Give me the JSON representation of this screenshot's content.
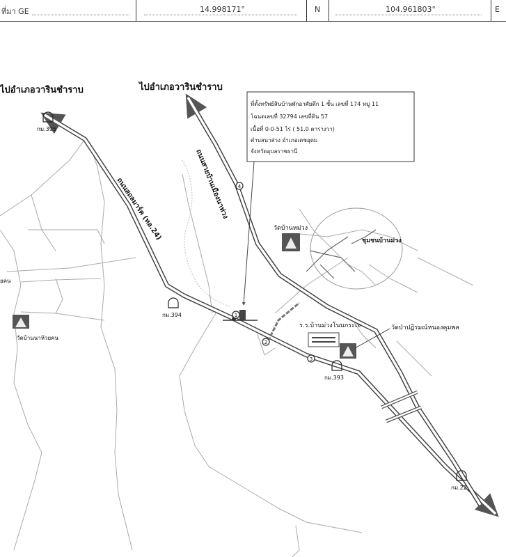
{
  "header": {
    "source_label": "ที่มา GE",
    "latitude": "14.998171°",
    "lat_suffix": "N",
    "longitude": "104.961803°",
    "lon_suffix": "E"
  },
  "map": {
    "dest_left": "ไปอำเภอวารินชำราบ",
    "dest_center": "ไปอำเภอวารินชำราบ",
    "road_main": "ถนนสถลมาร์ค (ทล.24)",
    "road_second": "ถนนสายบ้านเมืองนาห่วง",
    "info_lines": [
      "ที่ตั้งทรัพย์สินบ้านพักอาศัยตึก 1 ชั้น  เลขที่ 174 หมู่ 11",
      "โฉนดเลขที่  32794   เลขที่ดิน  57",
      "เนื้อที่  0-0-51 ไร่  ( 51.0   ตารางวา)",
      "ตำบลนาส่วง  อำเภอเดชอุดม",
      "จังหวัดอุบลราชธานี"
    ],
    "km_labels": [
      "กม.395",
      "กม.394",
      "กม.393",
      "กม.22"
    ],
    "temple_nongmuang": "วัดบ้านหม่วง",
    "community": "ชุมชนบ้านม่วง",
    "school": "ร.ร.บ้านม่วงโนนกระเจ",
    "temple_forest": "วัดป่าปฏิรมณ์หนองคุมพล",
    "temple_left": "วัดบ้านนาห้วยคน",
    "left_cut_label": "ยคน",
    "markers": [
      "1",
      "2",
      "3",
      "4"
    ]
  }
}
